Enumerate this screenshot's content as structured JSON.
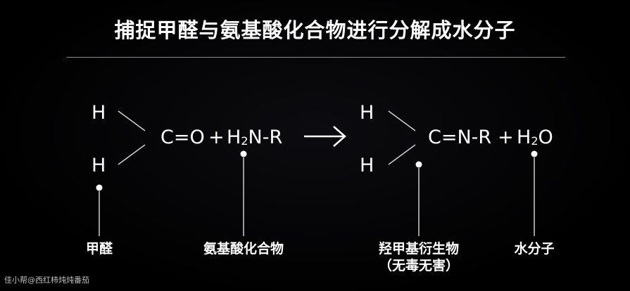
{
  "title": "捕捉甲醛与氨基酸化合物进行分解成水分子",
  "left": {
    "h_top": "H",
    "h_bottom": "H",
    "carbonyl": "C=O",
    "plus": "+",
    "amine_prefix": "H",
    "amine_sub": "2",
    "amine_suffix": "N-R"
  },
  "right": {
    "h_top": "H",
    "h_bottom": "H",
    "imine": "C=N-R",
    "plus": "+",
    "water_prefix": "H",
    "water_sub": "2",
    "water_suffix": "O"
  },
  "labels": {
    "formaldehyde": "甲醛",
    "amino_compound": "氨基酸化合物",
    "hydroxymethyl_line1": "羟甲基衍生物",
    "hydroxymethyl_line2": "（无毒无害）",
    "water": "水分子"
  },
  "watermark": "佳小帮@西红柿炖炖番茄",
  "colors": {
    "background": "#000000",
    "text": "#ffffff",
    "line": "#cfcfcf",
    "divider": "#8a8a8a"
  }
}
